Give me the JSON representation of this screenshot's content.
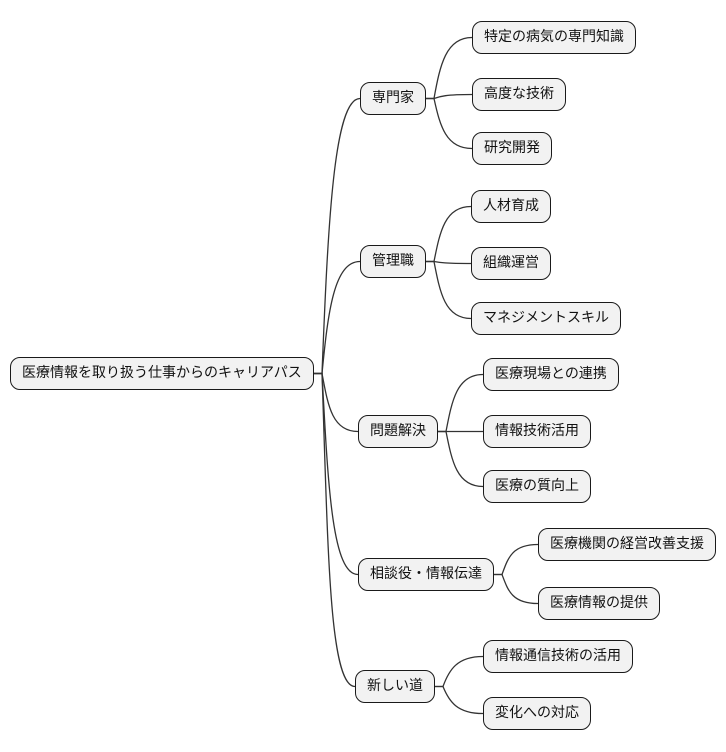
{
  "diagram": {
    "type": "mindmap",
    "root": {
      "label": "医療情報を取り扱う仕事からのキャリアパス"
    },
    "branches": [
      {
        "label": "専門家",
        "children": [
          "特定の病気の専門知識",
          "高度な技術",
          "研究開発"
        ]
      },
      {
        "label": "管理職",
        "children": [
          "人材育成",
          "組織運営",
          "マネジメントスキル"
        ]
      },
      {
        "label": "問題解決",
        "children": [
          "医療現場との連携",
          "情報技術活用",
          "医療の質向上"
        ]
      },
      {
        "label": "相談役・情報伝達",
        "children": [
          "医療機関の経営改善支援",
          "医療情報の提供"
        ]
      },
      {
        "label": "新しい道",
        "children": [
          "情報通信技術の活用",
          "変化への対応"
        ]
      }
    ],
    "colors": {
      "background": "#ffffff",
      "node_fill": "#f2f2f2",
      "node_border": "#1a1a1a",
      "edge": "#333333",
      "text": "#111111"
    }
  }
}
